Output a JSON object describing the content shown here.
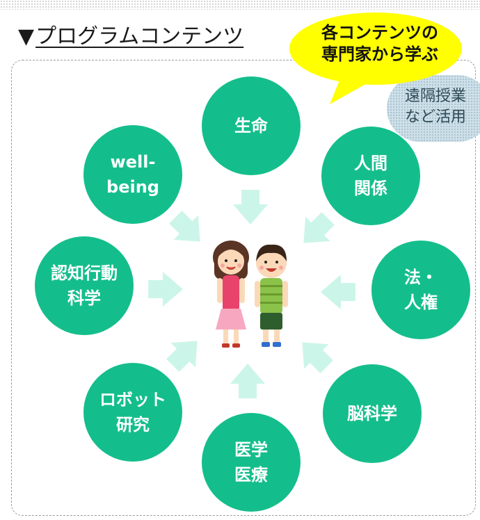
{
  "heading": {
    "marker": "▼",
    "title": "プログラムコンテンツ"
  },
  "callout": {
    "line1": "各コンテンツの",
    "line2": "専門家から学ぶ",
    "color": "#ffff00"
  },
  "note": {
    "line1": "遠隔授業",
    "line2": "など活用"
  },
  "hub": {
    "icon": "two-children-illustration"
  },
  "nodes": {
    "life": "生命",
    "relations": "人間\n関係",
    "law": "法・\n人権",
    "brain": "脳科学",
    "medicine": "医学\n医療",
    "robot": "ロボット\n研究",
    "cognitive": "認知行動\n科学",
    "wellbeing": "well-\nbeing"
  },
  "colors": {
    "node": "#14be8c",
    "arrow": "#ccf5e9"
  }
}
